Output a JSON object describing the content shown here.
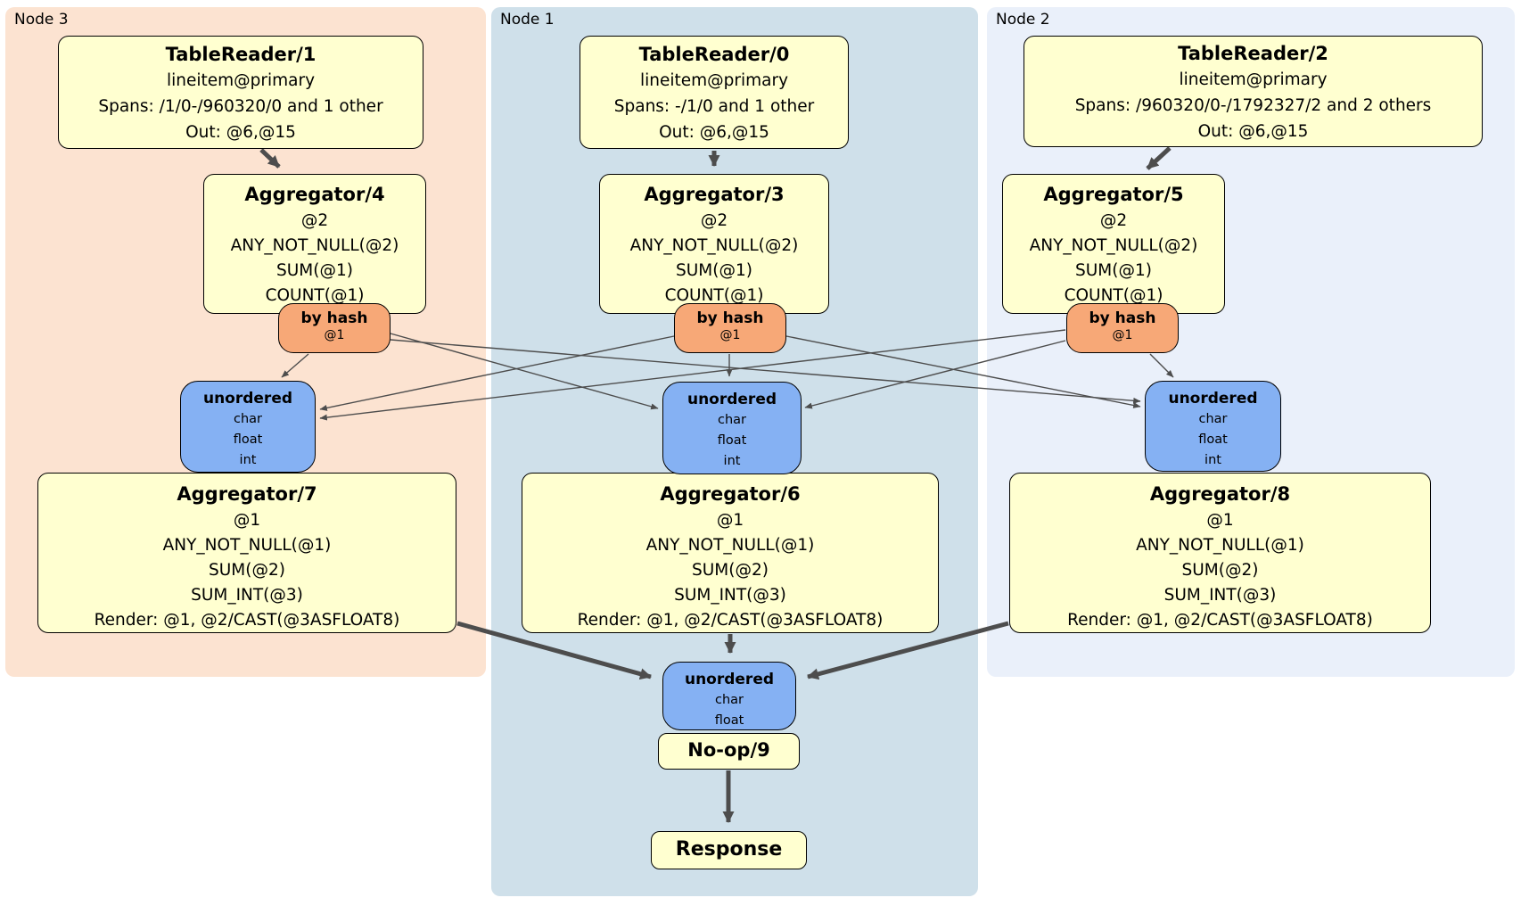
{
  "colors": {
    "node3-bg": "#fce3d1",
    "node1-bg": "#cfe0ea",
    "node2-bg": "#eaf0fa",
    "processor-fill": "#ffffd0",
    "router-fill": "#f7a877",
    "sync-fill": "#85b1f3",
    "edge": "#4d4d4d",
    "box-border": "#000000"
  },
  "nodes": [
    {
      "label": "Node 3",
      "table_reader": {
        "title": "TableReader/1",
        "lines": [
          "lineitem@primary",
          "Spans: /1/0-/960320/0 and 1 other",
          "Out: @6,@15"
        ]
      },
      "aggregator_top": {
        "title": "Aggregator/4",
        "lines": [
          "@2",
          "ANY_NOT_NULL(@2)",
          "SUM(@1)",
          "COUNT(@1)"
        ]
      },
      "router": {
        "title": "by hash",
        "detail": "@1"
      },
      "sync": {
        "title": "unordered",
        "lines": [
          "char",
          "float",
          "int"
        ]
      },
      "aggregator_bottom": {
        "title": "Aggregator/7",
        "lines": [
          "@1",
          "ANY_NOT_NULL(@1)",
          "SUM(@2)",
          "SUM_INT(@3)",
          "Render: @1, @2/CAST(@3ASFLOAT8)"
        ]
      }
    },
    {
      "label": "Node 1",
      "table_reader": {
        "title": "TableReader/0",
        "lines": [
          "lineitem@primary",
          "Spans: -/1/0 and 1 other",
          "Out: @6,@15"
        ]
      },
      "aggregator_top": {
        "title": "Aggregator/3",
        "lines": [
          "@2",
          "ANY_NOT_NULL(@2)",
          "SUM(@1)",
          "COUNT(@1)"
        ]
      },
      "router": {
        "title": "by hash",
        "detail": "@1"
      },
      "sync": {
        "title": "unordered",
        "lines": [
          "char",
          "float",
          "int"
        ]
      },
      "aggregator_bottom": {
        "title": "Aggregator/6",
        "lines": [
          "@1",
          "ANY_NOT_NULL(@1)",
          "SUM(@2)",
          "SUM_INT(@3)",
          "Render: @1, @2/CAST(@3ASFLOAT8)"
        ]
      }
    },
    {
      "label": "Node 2",
      "table_reader": {
        "title": "TableReader/2",
        "lines": [
          "lineitem@primary",
          "Spans: /960320/0-/1792327/2 and 2 others",
          "Out: @6,@15"
        ]
      },
      "aggregator_top": {
        "title": "Aggregator/5",
        "lines": [
          "@2",
          "ANY_NOT_NULL(@2)",
          "SUM(@1)",
          "COUNT(@1)"
        ]
      },
      "router": {
        "title": "by hash",
        "detail": "@1"
      },
      "sync": {
        "title": "unordered",
        "lines": [
          "char",
          "float",
          "int"
        ]
      },
      "aggregator_bottom": {
        "title": "Aggregator/8",
        "lines": [
          "@1",
          "ANY_NOT_NULL(@1)",
          "SUM(@2)",
          "SUM_INT(@3)",
          "Render: @1, @2/CAST(@3ASFLOAT8)"
        ]
      }
    }
  ],
  "final": {
    "sync": {
      "title": "unordered",
      "lines": [
        "char",
        "float"
      ]
    },
    "noop": {
      "title": "No-op/9"
    },
    "response": {
      "title": "Response"
    }
  }
}
